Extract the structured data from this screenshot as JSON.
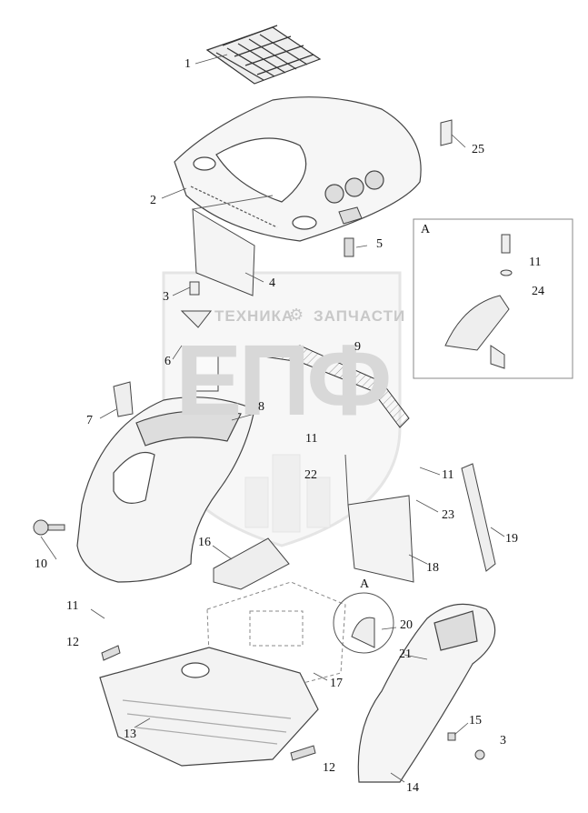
{
  "watermark": {
    "line1": "ТЕХНИКА",
    "line2": "ЗАПЧАСТИ",
    "logo": "ЕПФ"
  },
  "detail_label": "A",
  "callouts": {
    "c1": "1",
    "c2": "2",
    "c3a": "3",
    "c3b": "3",
    "c4": "4",
    "c5": "5",
    "c6": "6",
    "c7": "7",
    "c8": "8",
    "c9": "9",
    "c10": "10",
    "c11a": "11",
    "c11b": "11",
    "c11c": "11",
    "c11d": "11",
    "c12a": "12",
    "c12b": "12",
    "c13": "13",
    "c14": "14",
    "c15": "15",
    "c16": "16",
    "c17": "17",
    "c18": "18",
    "c19": "19",
    "c20": "20",
    "c21": "21",
    "c22": "22",
    "c23": "23",
    "c24": "24",
    "c25": "25",
    "detailA_1": "A",
    "detailA_2": "A"
  }
}
